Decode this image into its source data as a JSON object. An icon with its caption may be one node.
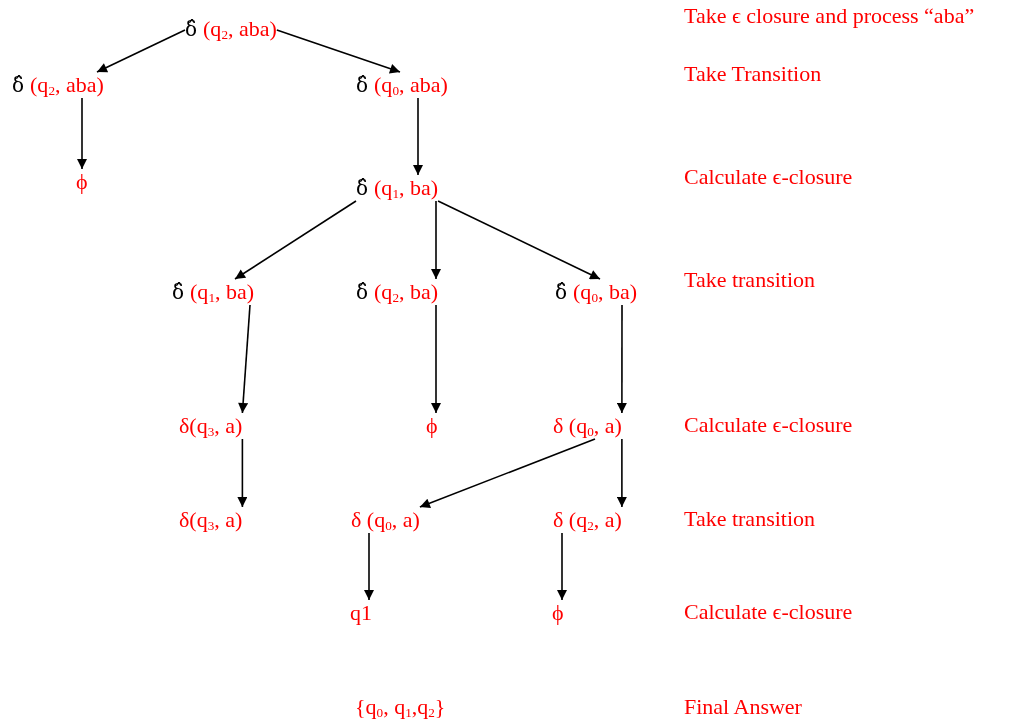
{
  "diagram": {
    "nodes": [
      {
        "text": [
          "δ̂",
          "(q$_{2}$, aba)"
        ]
      },
      {
        "text": [
          "δ̂",
          "(q$_{2}$, aba)"
        ]
      },
      {
        "text": [
          "δ̂",
          "(q$_{0}$, aba)"
        ]
      },
      {
        "text": [
          "ϕ"
        ]
      },
      {
        "text": [
          "δ̂",
          "(q$_{1}$, ba)"
        ]
      },
      {
        "text": [
          "δ̂",
          "(q$_{1}$, ba)"
        ]
      },
      {
        "text": [
          "δ̂",
          "(q$_{2}$, ba)"
        ]
      },
      {
        "text": [
          "δ̂",
          "(q$_{0}$, ba)"
        ]
      },
      {
        "text": [
          "δ(q$_{3}$, a)"
        ]
      },
      {
        "text": [
          "ϕ"
        ]
      },
      {
        "text": [
          "δ (q$_{0}$, a)"
        ]
      },
      {
        "text": [
          "δ(q$_{3}$, a)"
        ]
      },
      {
        "text": [
          "δ (q$_{0}$, a)"
        ]
      },
      {
        "text": [
          "δ (q$_{2}$, a)"
        ]
      },
      {
        "text": [
          "q1"
        ]
      },
      {
        "text": [
          "ϕ"
        ]
      }
    ],
    "edges": [
      {
        "from": 0,
        "to": 1,
        "arrow": "to"
      },
      {
        "from": 0,
        "to": 2,
        "arrow": "to"
      },
      {
        "from": 1,
        "to": 3,
        "arrow": "to"
      },
      {
        "from": 2,
        "to": 4,
        "arrow": "to"
      },
      {
        "from": 4,
        "to": 5,
        "arrow": "to"
      },
      {
        "from": 4,
        "to": 6,
        "arrow": "to"
      },
      {
        "from": 4,
        "to": 7,
        "arrow": "to"
      },
      {
        "from": 5,
        "to": 8,
        "arrow": "to"
      },
      {
        "from": 6,
        "to": 9,
        "arrow": "to"
      },
      {
        "from": 7,
        "to": 10,
        "arrow": "to"
      },
      {
        "from": 8,
        "to": 11,
        "arrow": "to"
      },
      {
        "from": 10,
        "to": 12,
        "arrow": "to"
      },
      {
        "from": 10,
        "to": 13,
        "arrow": "to"
      },
      {
        "from": 12,
        "to": 14,
        "arrow": "to"
      },
      {
        "from": 13,
        "to": 15,
        "arrow": "to"
      }
    ],
    "labels": [
      "Take ϵ closure and process “aba”",
      "Take Transition",
      "Calculate ϵ-closure",
      "Take transition",
      "Calculate ϵ-closure",
      "Take transition",
      "Calculate ϵ-closure",
      "{q$_{0}$, q$_{1}$,q$_{2}$}",
      "Final Answer"
    ]
  }
}
